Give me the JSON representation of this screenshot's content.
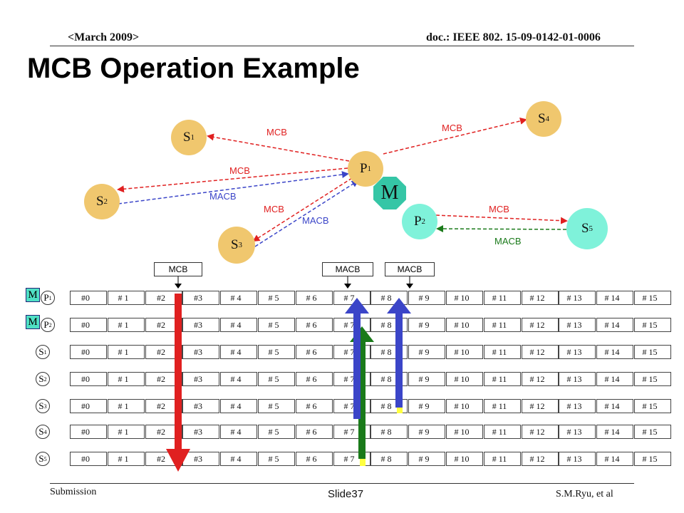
{
  "header": {
    "date": "<March 2009>",
    "doc": "doc.: IEEE 802. 15-09-0142-01-0006"
  },
  "title": "MCB Operation Example",
  "footer": {
    "left": "Submission",
    "center": "Slide37",
    "right": "S.M.Ryu, et al"
  },
  "topology": {
    "nodes": [
      {
        "id": "S1",
        "base": "S",
        "sub": "1",
        "color": "#f0c76e"
      },
      {
        "id": "S2",
        "base": "S",
        "sub": "2",
        "color": "#f0c76e"
      },
      {
        "id": "S3",
        "base": "S",
        "sub": "3",
        "color": "#f0c76e"
      },
      {
        "id": "S4",
        "base": "S",
        "sub": "4",
        "color": "#f0c76e"
      },
      {
        "id": "P1",
        "base": "P",
        "sub": "1",
        "color": "#f0c76e"
      },
      {
        "id": "P2",
        "base": "P",
        "sub": "2",
        "color": "#7ff2da"
      },
      {
        "id": "S5",
        "base": "S",
        "sub": "5",
        "color": "#7ff2da"
      }
    ],
    "hub_label": "M",
    "edge_labels": [
      "MCB",
      "MCB",
      "MCB",
      "MACB",
      "MCB",
      "MACB",
      "MCB",
      "MACB"
    ]
  },
  "timeline": {
    "marker_boxes": [
      "MCB",
      "MACB",
      "MACB"
    ],
    "slots": [
      "#0",
      "# 1",
      "#2",
      "#3",
      "# 4",
      "# 5",
      "# 6",
      "# 7",
      "# 8",
      "# 9",
      "# 10",
      "# 11",
      "# 12",
      "# 13",
      "# 14",
      "# 15"
    ],
    "rows": [
      {
        "base": "P",
        "sub": "1",
        "badge": "M"
      },
      {
        "base": "P",
        "sub": "2",
        "badge": "M"
      },
      {
        "base": "S",
        "sub": "1"
      },
      {
        "base": "S",
        "sub": "2"
      },
      {
        "base": "S",
        "sub": "3"
      },
      {
        "base": "S",
        "sub": "4"
      },
      {
        "base": "S",
        "sub": "5"
      }
    ]
  },
  "colors": {
    "mcb": "#e02020",
    "macb_blue": "#3b45c8",
    "macb_green": "#1a7a1a",
    "highlight": "#ffff40",
    "node_s": "#f0c76e",
    "node_p2": "#7ff2da",
    "hub": "#35c6a6"
  }
}
